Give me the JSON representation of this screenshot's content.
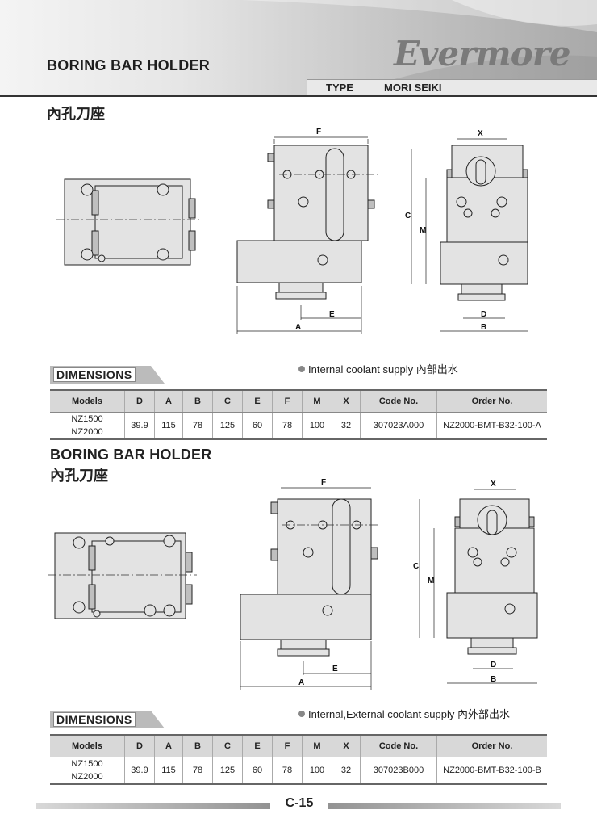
{
  "header": {
    "title": "BORING BAR HOLDER",
    "logo": "Evermore",
    "type_label": "TYPE",
    "type_value": "MORI SEIKI"
  },
  "section1": {
    "cn_title": "內孔刀座",
    "dimensions_label": "DIMENSIONS",
    "note": "Internal coolant supply 內部出水",
    "table": {
      "headers": [
        "Models",
        "D",
        "A",
        "B",
        "C",
        "E",
        "F",
        "M",
        "X",
        "Code No.",
        "Order No."
      ],
      "models": [
        "NZ1500",
        "NZ2000"
      ],
      "values": [
        "39.9",
        "115",
        "78",
        "125",
        "60",
        "78",
        "100",
        "32",
        "307023A000",
        "NZ2000-BMT-B32-100-A"
      ]
    }
  },
  "section2": {
    "title": "BORING BAR HOLDER",
    "cn_title": "內孔刀座",
    "dimensions_label": "DIMENSIONS",
    "note": "Internal,External coolant supply 內外部出水",
    "table": {
      "headers": [
        "Models",
        "D",
        "A",
        "B",
        "C",
        "E",
        "F",
        "M",
        "X",
        "Code No.",
        "Order No."
      ],
      "models": [
        "NZ1500",
        "NZ2000"
      ],
      "values": [
        "39.9",
        "115",
        "78",
        "125",
        "60",
        "78",
        "100",
        "32",
        "307023B000",
        "NZ2000-BMT-B32-100-B"
      ]
    }
  },
  "drawing_labels": {
    "f": "F",
    "e": "E",
    "a": "A",
    "x": "X",
    "c": "C",
    "m": "M",
    "d": "D",
    "b": "B"
  },
  "footer": {
    "page": "C-15"
  }
}
